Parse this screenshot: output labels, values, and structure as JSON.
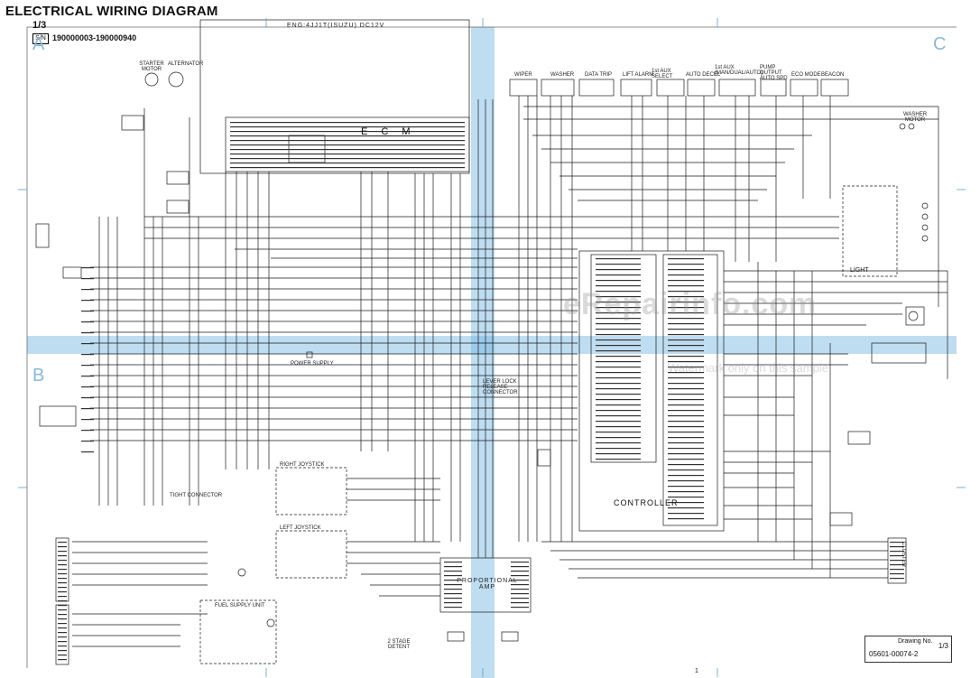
{
  "header": {
    "title": "ELECTRICAL WIRING DIAGRAM",
    "sheet": "1/3",
    "serial_range": "190000003-190000940"
  },
  "zones": [
    "A",
    "B",
    "C"
  ],
  "labels": {
    "engine": "ENG:4JJ1T(ISUZU) DC12V",
    "ecm": "E C M",
    "controller": "CONTROLLER",
    "amp": "PROPORTIONAL AMP",
    "wiper": "WIPER",
    "washer": "WASHER",
    "data_trip": "DATA TRIP",
    "lift_alarm": "LIFT ALARM",
    "aux_select": "1st AUX SELECT",
    "auto_decel": "AUTO DECEL",
    "aux_mode": "1st AUX (MAN/DUAL/AUTO)",
    "pump_output": "PUMP OUTPUT AUTO SPD",
    "eco_mode": "ECO MODE",
    "beacon": "BEACON",
    "washer_motor": "WASHER MOTOR",
    "light": "LIGHT",
    "cluster": "CLUSTER",
    "fuel_supply_unit": "FUEL SUPPLY UNIT",
    "lever_lock": "LEVER LOCK RELEASE CONNECTOR",
    "detent": "2 STAGE DETENT",
    "power_supply": "POWER SUPPLY",
    "right_joystick": "RIGHT JOYSTICK",
    "left_joystick": "LEFT JOYSTICK",
    "starter_motor": "STARTER MOTOR",
    "alternator": "ALTERNATOR",
    "tilt_connector": "TIGHT CONNECTOR"
  },
  "drawing": {
    "label": "Drawing No.",
    "number": "05601-00074-2",
    "page": "1/3"
  },
  "watermark": "eRepairinfo.com",
  "watermark_sub": "Watermark only on this sample",
  "footer_page": "1",
  "colors": {
    "band": "#6eb4e1",
    "line": "#1a1a1a"
  }
}
